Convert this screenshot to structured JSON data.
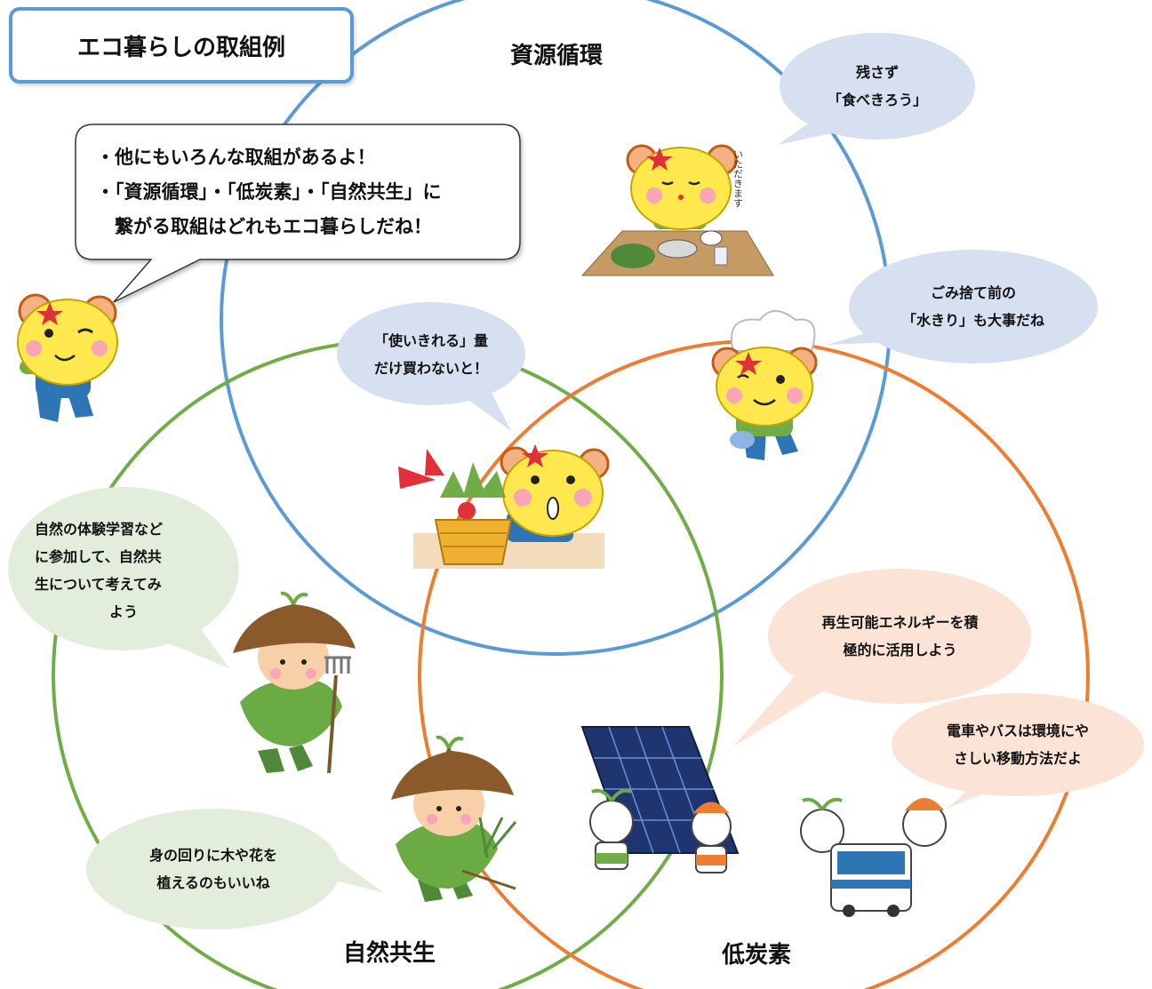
{
  "title": "エコ暮らしの取組例",
  "circles": {
    "resource": "資源循環",
    "nature": "自然共生",
    "lowcarbon": "低炭素"
  },
  "main_speech": [
    "・他にもいろんな取組があるよ！",
    "・「資源循環」・「低炭素」・「自然共生」に",
    "　繋がる取組はどれもエコ暮らしだね！"
  ],
  "bubbles": {
    "food_waste": [
      "残さず",
      "「食べきろう」"
    ],
    "garbage": [
      "ごみ捨て前の",
      "「水きり」も大事だね"
    ],
    "shopping": [
      "「使いきれる」量",
      "だけ買わないと！"
    ],
    "nature_study": [
      "自然の体験学習など",
      "に参加して、自然共",
      "生について考えてみ",
      "よう"
    ],
    "planting": [
      "身の回りに木や花を",
      "植えるのもいいね"
    ],
    "renewable": [
      "再生可能エネルギーを積",
      "極的に活用しよう"
    ],
    "transport": [
      "電車やバスは環境にや",
      "さしい移動方法だよ"
    ]
  },
  "colors": {
    "resource_circle": "#5b9bd5",
    "nature_circle": "#70ad47",
    "lowcarbon_circle": "#ed7d31",
    "blue_bubble": "#d6e0f0",
    "green_bubble": "#e2eedb",
    "orange_bubble": "#fbe3d6"
  }
}
